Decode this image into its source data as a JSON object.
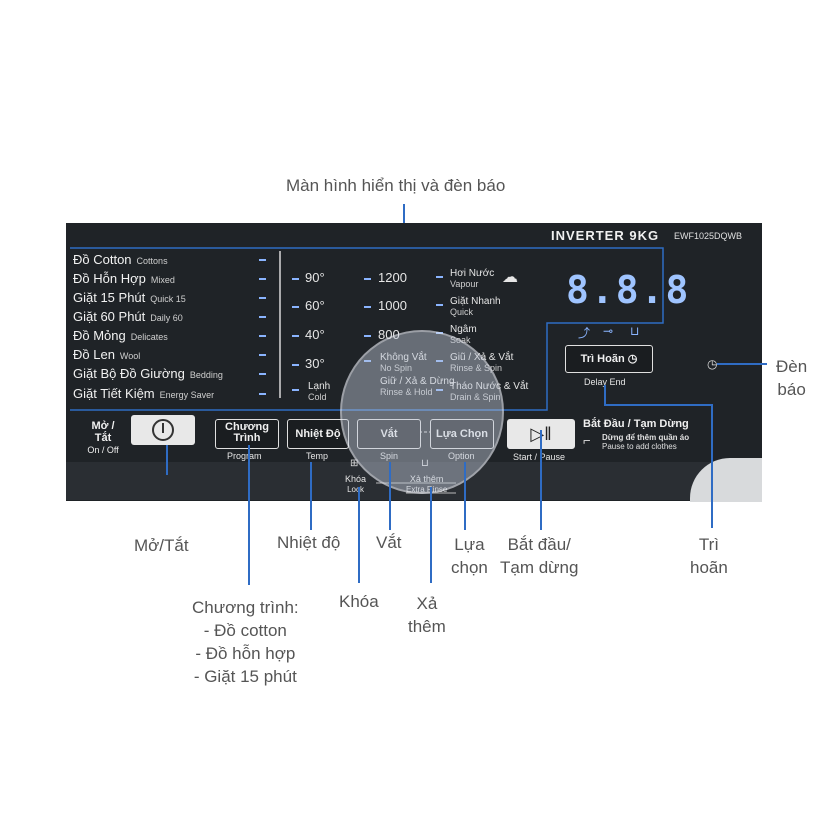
{
  "callouts": {
    "display": "Màn hình hiển thị và đèn báo",
    "indicator": [
      "Đèn",
      "báo"
    ],
    "onoff": "Mở/Tắt",
    "program": [
      "Chương trình:",
      "- Đồ cotton",
      "- Đồ hỗn hợp",
      "- Giặt 15 phút"
    ],
    "temp": "Nhiệt độ",
    "lock": "Khóa",
    "spin": "Vắt",
    "extra_rinse": [
      "Xả",
      "thêm"
    ],
    "option": [
      "Lựa",
      "chọn"
    ],
    "start": [
      "Bắt đầu/",
      "Tạm dừng"
    ],
    "delay": [
      "Trì",
      "hoãn"
    ]
  },
  "panel": {
    "brand": "INVERTER 9KG",
    "model": "EWF1025DQWB",
    "display_digits": "8.8.8",
    "programs": [
      {
        "vi": "Đồ Cotton",
        "en": "Cottons"
      },
      {
        "vi": "Đồ Hỗn Hợp",
        "en": "Mixed"
      },
      {
        "vi": "Giặt 15 Phút",
        "en": "Quick 15"
      },
      {
        "vi": "Giặt 60 Phút",
        "en": "Daily 60"
      },
      {
        "vi": "Đồ Mỏng",
        "en": "Delicates"
      },
      {
        "vi": "Đồ Len",
        "en": "Wool"
      },
      {
        "vi": "Giặt Bộ Đồ Giường",
        "en": "Bedding"
      },
      {
        "vi": "Giặt Tiết Kiệm",
        "en": "Energy Saver"
      }
    ],
    "temps": [
      "90°",
      "60°",
      "40°",
      "30°"
    ],
    "temp_cold": {
      "vi": "Lạnh",
      "en": "Cold"
    },
    "spins": [
      "1200",
      "1000",
      "800"
    ],
    "spin_nospin": {
      "vi": "Không Vắt",
      "en": "No Spin"
    },
    "spin_hold": {
      "vi": "Giữ / Xả & Dừng",
      "en": "Rinse & Hold"
    },
    "options": [
      {
        "vi": "Hơi Nước",
        "en": "Vapour"
      },
      {
        "vi": "Giặt Nhanh",
        "en": "Quick"
      },
      {
        "vi": "Ngâm",
        "en": "Soak"
      },
      {
        "vi": "Giũ / Xả & Vắt",
        "en": "Rinse & Spin"
      },
      {
        "vi": "Tháo Nước & Vắt",
        "en": "Drain & Spin"
      }
    ],
    "buttons": {
      "onoff": {
        "vi": "Mở / Tắt",
        "en": "On / Off"
      },
      "program": {
        "vi": "Chương Trình",
        "en": "Program"
      },
      "temp": {
        "vi": "Nhiệt Độ",
        "en": "Temp"
      },
      "spin": {
        "vi": "Vắt",
        "en": "Spin"
      },
      "option": {
        "vi": "Lựa Chọn",
        "en": "Option"
      },
      "start": {
        "en": "Start / Pause"
      },
      "delay": {
        "vi": "Trì Hoãn",
        "en": "Delay End"
      }
    },
    "start_title": "Bắt Đầu / Tạm Dừng",
    "start_note_vi": "Dừng để thêm quần áo",
    "start_note_en": "Pause to add clothes",
    "lock": {
      "vi": "Khóa",
      "en": "Lock"
    },
    "extra_rinse": {
      "vi": "Xả thêm",
      "en": "Extra Rinse"
    }
  }
}
